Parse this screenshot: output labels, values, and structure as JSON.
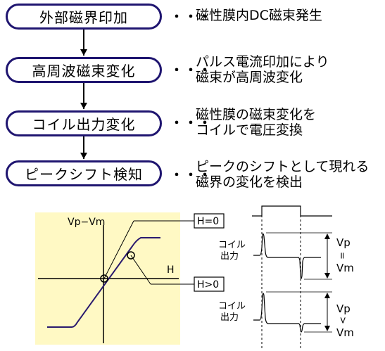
{
  "steps": [
    {
      "label": "外部磁界印加",
      "note_lines": [
        "磁性膜内DC磁束発生"
      ]
    },
    {
      "label": "高周波磁束変化",
      "note_lines": [
        "パルス電流印加により",
        "磁束が高周波変化"
      ]
    },
    {
      "label": "コイル出力変化",
      "note_lines": [
        "磁性膜の磁束変化を",
        "コイルで電圧変換"
      ]
    },
    {
      "label": "ピークシフト検知",
      "note_lines": [
        "ピークのシフトとして現れる",
        "磁界の変化を検出"
      ]
    }
  ],
  "dots": "・・・",
  "graph": {
    "ylabel": "Vp−Vm",
    "xlabel": "H",
    "callout_h0": "H=0",
    "callout_hpos": "H>0",
    "colors": {
      "background": "#fff9c4",
      "curve": "#2a1a6e",
      "box": "#1f1570"
    }
  },
  "waveforms": {
    "coil_label_1": "コイル",
    "coil_label_2": "出力",
    "case_top": {
      "vp": "Vp",
      "relation": "=",
      "vm": "Vm"
    },
    "case_bottom": {
      "vp": "Vp",
      "relation": ">",
      "vm": "Vm"
    }
  }
}
